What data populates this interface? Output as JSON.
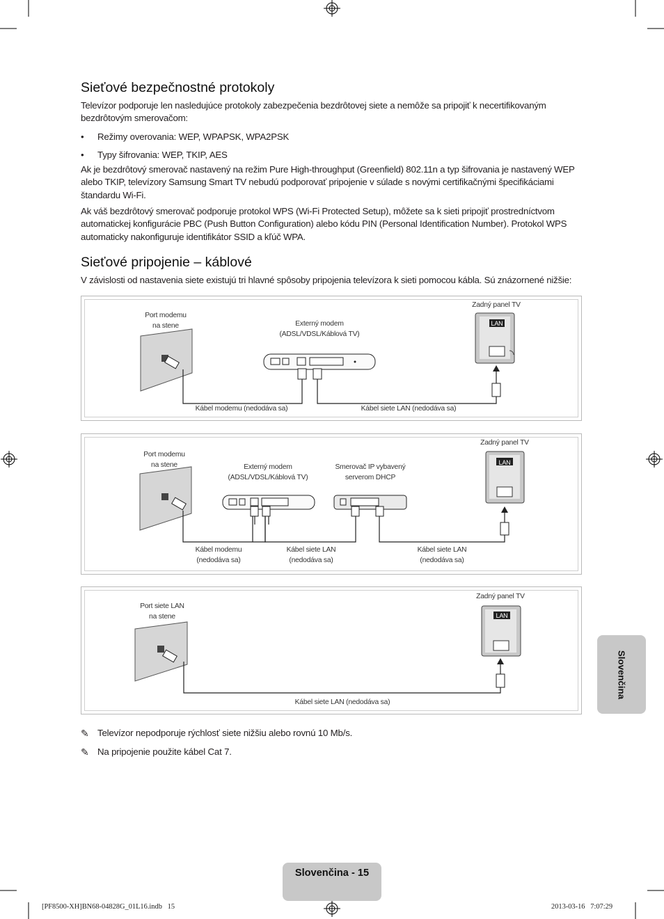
{
  "section1": {
    "title": "Sieťové bezpečnostné protokoly",
    "intro": "Televízor podporuje len nasledujúce protokoly zabezpečenia bezdrôtovej siete a nemôže sa pripojiť k necertifikovaným bezdrôtovým smerovačom:",
    "bullets": [
      "Režimy overovania: WEP, WPAPSK, WPA2PSK",
      "Typy šifrovania: WEP, TKIP, AES"
    ],
    "para2": "Ak je bezdrôtový smerovač nastavený na režim Pure High-throughput (Greenfield) 802.11n a typ šifrovania je nastavený WEP alebo TKIP, televízory Samsung Smart TV nebudú podporovať pripojenie v súlade s novými certifikačnými špecifikáciami štandardu Wi-Fi.",
    "para3": "Ak váš bezdrôtový smerovač podporuje protokol WPS (Wi-Fi Protected Setup), môžete sa k sieti pripojiť prostredníctvom automatickej konfigurácie PBC (Push Button Configuration) alebo kódu PIN (Personal Identification Number). Protokol WPS automaticky nakonfiguruje identifikátor SSID a kľúč WPA."
  },
  "section2": {
    "title": "Sieťové pripojenie – káblové",
    "intro": "V závislosti od nastavenia siete existujú tri hlavné spôsoby pripojenia televízora k sieti pomocou kábla. Sú znázornené nižšie:"
  },
  "diagram1": {
    "wall_port": "Port modemu\nna stene",
    "modem": "Externý modem\n(ADSL/VDSL/Káblová TV)",
    "tv_panel": "Zadný panel TV",
    "lan": "LAN",
    "cable_modem": "Kábel modemu (nedodáva sa)",
    "cable_lan": "Kábel siete LAN (nedodáva sa)"
  },
  "diagram2": {
    "wall_port": "Port modemu\nna stene",
    "modem": "Externý modem\n(ADSL/VDSL/Káblová TV)",
    "router": "Smerovač IP vybavený\nserverom DHCP",
    "tv_panel": "Zadný panel TV",
    "lan": "LAN",
    "cable_modem": "Kábel modemu\n(nedodáva sa)",
    "cable_lan_1": "Kábel siete LAN\n(nedodáva sa)",
    "cable_lan_2": "Kábel siete LAN\n(nedodáva sa)"
  },
  "diagram3": {
    "wall_port": "Port siete LAN\nna stene",
    "tv_panel": "Zadný panel TV",
    "lan": "LAN",
    "cable_lan": "Kábel siete LAN (nedodáva sa)"
  },
  "notes": [
    "Televízor nepodporuje rýchlosť siete nižšiu alebo rovnú 10 Mb/s.",
    "Na pripojenie použite kábel Cat 7."
  ],
  "note_icon": "pencil-note-icon",
  "side_tab": "Slovenčina",
  "footer_tab": "Slovenčina - 15",
  "imprint_left": "[PF8500-XH]BN68-04828G_01L16.indb   15",
  "imprint_right": "2013-03-16   7:07:29"
}
